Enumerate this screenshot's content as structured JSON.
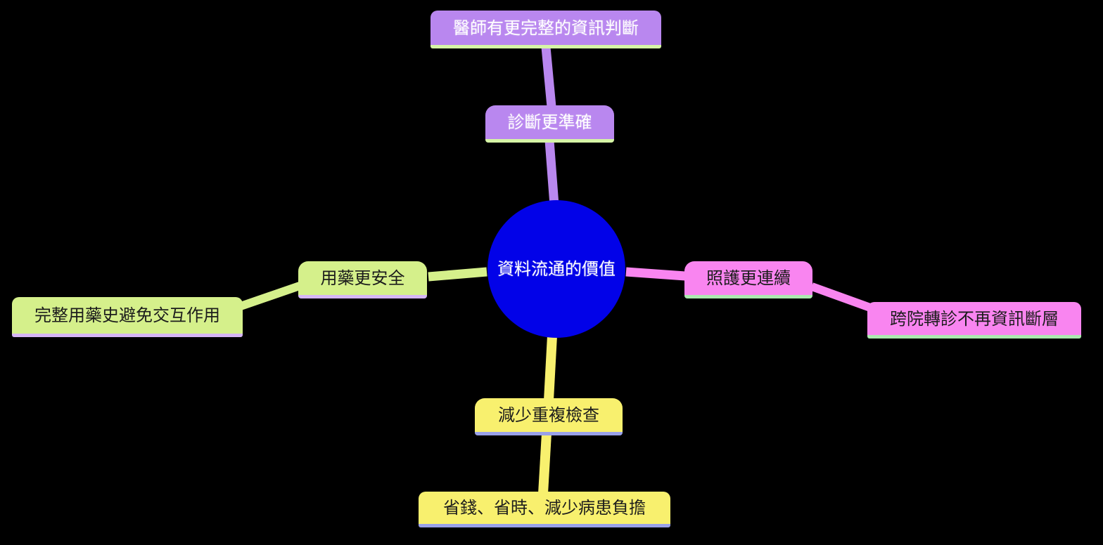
{
  "mindmap": {
    "background_color": "#000000",
    "root": {
      "label": "資料流通的價值",
      "shape": "circle",
      "fill": "#0202e8",
      "text_color": "#ffffff"
    },
    "branches": {
      "diagnosis": {
        "position": "top",
        "color": "#b987ef",
        "underline_color": "#d6f5a6",
        "text_color": "#ffffff",
        "level1": {
          "label": "診斷更準確"
        },
        "level2": {
          "label": "醫師有更完整的資訊判斷"
        }
      },
      "medication": {
        "position": "left",
        "color": "#d5f08b",
        "underline_color": "#d6b6f5",
        "text_color": "#1c1c1c",
        "level1": {
          "label": "用藥更安全"
        },
        "level2": {
          "label": "完整用藥史避免交互作用"
        }
      },
      "care": {
        "position": "right",
        "color": "#f985f0",
        "underline_color": "#aceab0",
        "text_color": "#1c1c1c",
        "level1": {
          "label": "照護更連續"
        },
        "level2": {
          "label": "跨院轉診不再資訊斷層"
        }
      },
      "cost": {
        "position": "bottom",
        "color": "#f8f06e",
        "underline_color": "#99a1e9",
        "text_color": "#1c1c1c",
        "level1": {
          "label": "減少重複檢查"
        },
        "level2": {
          "label": "省錢、省時、減少病患負擔"
        }
      }
    }
  }
}
